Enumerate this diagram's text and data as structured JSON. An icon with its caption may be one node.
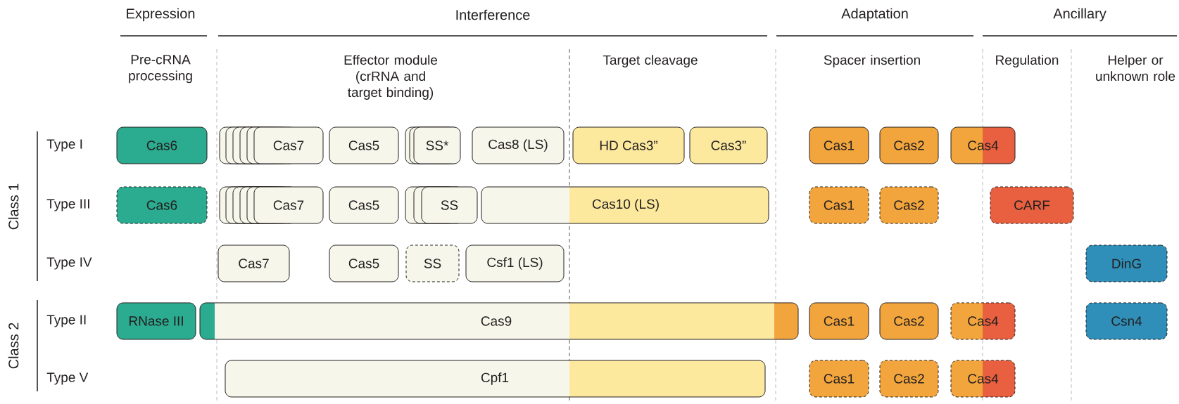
{
  "diagram": {
    "nodes": [
      {
        "text": [
          "Cas6"
        ]
      },
      {
        "text": [
          "Cas7"
        ]
      },
      {
        "text": [
          "Cas5"
        ]
      },
      {
        "text": [
          "SS*"
        ]
      },
      {
        "text": [
          "Cas8 (LS)"
        ]
      },
      {
        "text": [
          "HD Cas3”"
        ]
      },
      {
        "text": [
          "Cas3”"
        ]
      },
      {
        "text": [
          "Cas1"
        ]
      },
      {
        "text": [
          "Cas2"
        ]
      },
      {
        "text": [
          "Cas4"
        ]
      },
      {
        "text": [
          "Cas6"
        ]
      },
      {
        "text": [
          "Cas7"
        ]
      },
      {
        "text": [
          "Cas5"
        ]
      },
      {
        "text": [
          "SS"
        ]
      },
      {
        "text": [
          "Cas10 (LS)"
        ]
      },
      {
        "text": [
          "Cas1"
        ]
      },
      {
        "text": [
          "Cas2"
        ]
      },
      {
        "text": [
          "CARF"
        ]
      },
      {
        "text": [
          "Cas7"
        ]
      },
      {
        "text": [
          "Cas5"
        ]
      },
      {
        "text": [
          "SS"
        ]
      },
      {
        "text": [
          "Csf1 (LS)"
        ]
      },
      {
        "text": [
          "DinG"
        ]
      },
      {
        "text": [
          "RNase III"
        ]
      },
      {
        "text": [
          "Cas9"
        ]
      },
      {
        "text": [
          "Cas1"
        ]
      },
      {
        "text": [
          "Cas2"
        ]
      },
      {
        "text": [
          "Cas4"
        ]
      },
      {
        "text": [
          "Csn4"
        ]
      },
      {
        "text": [
          "Cpf1"
        ]
      },
      {
        "text": [
          "Cas1"
        ]
      },
      {
        "text": [
          "Cas2"
        ]
      },
      {
        "text": [
          "Cas4"
        ]
      }
    ],
    "labels": [
      "Expression",
      "Interference",
      "Adaptation",
      "Ancillary",
      "Pre-cRNA processing",
      "Effector module (crRNA and target binding)",
      "Target cleavage",
      "Spacer insertion",
      "Regulation",
      "Helper or unknown role",
      "Class 1",
      "Type I",
      "Type III",
      "Type IV",
      "Class 2",
      "Type II",
      "Type V"
    ]
  }
}
